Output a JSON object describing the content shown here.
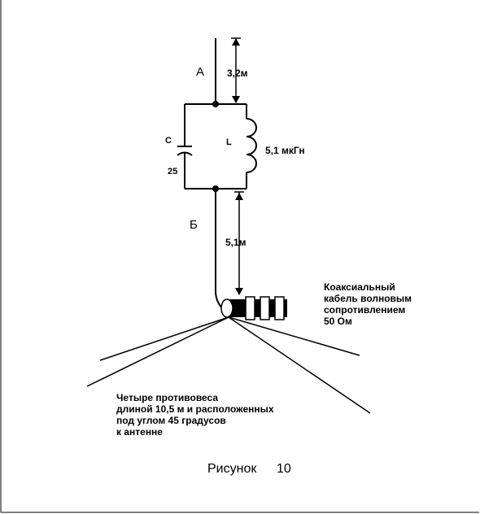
{
  "diagram": {
    "label_a": "А",
    "label_b": "Б",
    "dim_top": "3,2м",
    "dim_bottom": "5,1м",
    "cap_label": "С",
    "cap_value": "25",
    "coil_label": "L",
    "coil_value": "5,1 мкГн",
    "coax_note": [
      "Коаксиальный",
      "кабель волновым",
      "сопротивлением",
      "50 Ом"
    ],
    "radials_note": [
      "Четыре противовеса",
      "длиной 10,5 м и расположенных",
      "под углом 45 градусов",
      "к антенне"
    ],
    "figure_word": "Рисунок",
    "figure_number": "10"
  },
  "colors": {
    "line": "#000000",
    "background": "#ffffff"
  }
}
